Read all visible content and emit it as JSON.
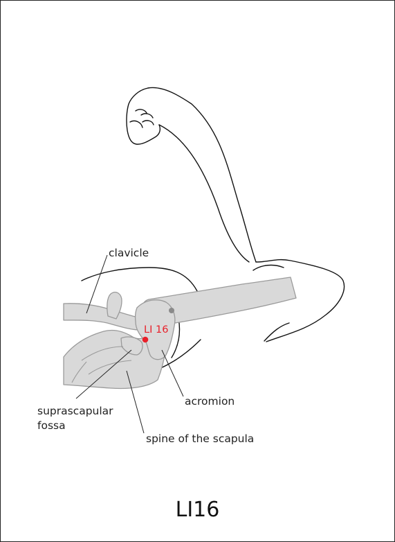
{
  "labels": {
    "clavicle": "clavicle",
    "suprascapular_line1": "suprascapular",
    "suprascapular_line2": "fossa",
    "acromion": "acromion",
    "spine": "spine of the scapula"
  },
  "point": {
    "code": "LI 16",
    "color": "#e8202a"
  },
  "caption": "LI16",
  "colors": {
    "bone_fill": "#d9d9d9",
    "bone_stroke": "#9a9a9a",
    "outline": "#111111",
    "marker_gray": "#8a8a8a"
  }
}
